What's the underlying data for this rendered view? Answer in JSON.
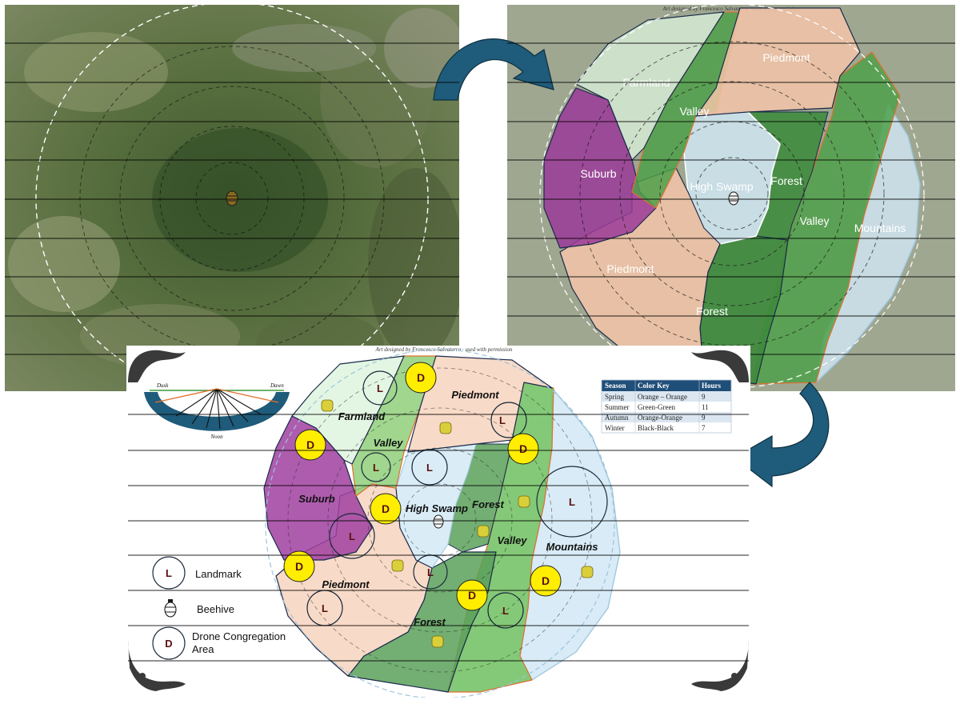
{
  "panel_b": {
    "credit": "Art designed by Francesco Salvaterra · used with permission",
    "regions": {
      "farmland": "Farmland",
      "piedmont_n": "Piedmont",
      "valley_n": "Valley",
      "suburb": "Suburb",
      "high_swamp": "High Swamp",
      "forest_n": "Forest",
      "valley_e": "Valley",
      "mountains": "Mountains",
      "piedmont_s": "Piedmont",
      "forest_s": "Forest"
    }
  },
  "panel_c": {
    "credit": "Art designed by Francesco Salvaterra · used with permission",
    "regions": {
      "farmland": "Farmland",
      "piedmont_n": "Piedmont",
      "valley_n": "Valley",
      "suburb": "Suburb",
      "high_swamp": "High Swamp",
      "forest": "Forest",
      "valley_e": "Valley",
      "mountains": "Mountains",
      "piedmont_s": "Piedmont",
      "forest_s": "Forest"
    },
    "markers": {
      "landmark": "L",
      "drone": "D"
    },
    "sun_diagram": {
      "dusk": "Dusk",
      "dawn": "Dawn",
      "noon": "Noon"
    },
    "legend": {
      "landmark": "Landmark",
      "beehive": "Beehive",
      "drone": "Drone Congregation Area"
    },
    "season_table": {
      "headers": [
        "Season",
        "Color Key",
        "Hours"
      ],
      "rows": [
        [
          "Spring",
          "Orange – Orange",
          "9"
        ],
        [
          "Summer",
          "Green-Green",
          "11"
        ],
        [
          "Autumn",
          "Orange-Orange",
          "9"
        ],
        [
          "Winter",
          "Black-Black",
          "7"
        ]
      ]
    }
  },
  "colors": {
    "arrow": "#1f5b7a",
    "drone_fill": "#ffee00",
    "table_header": "#1f4e79",
    "suburb": "#a040a0",
    "farmland": "#d8f0d8",
    "valley": "#5aa84a",
    "piedmont": "#f5c9b0",
    "swamp": "#cfe6f2",
    "forest": "#3f8a3f",
    "mountains": "#cfe4f0"
  }
}
